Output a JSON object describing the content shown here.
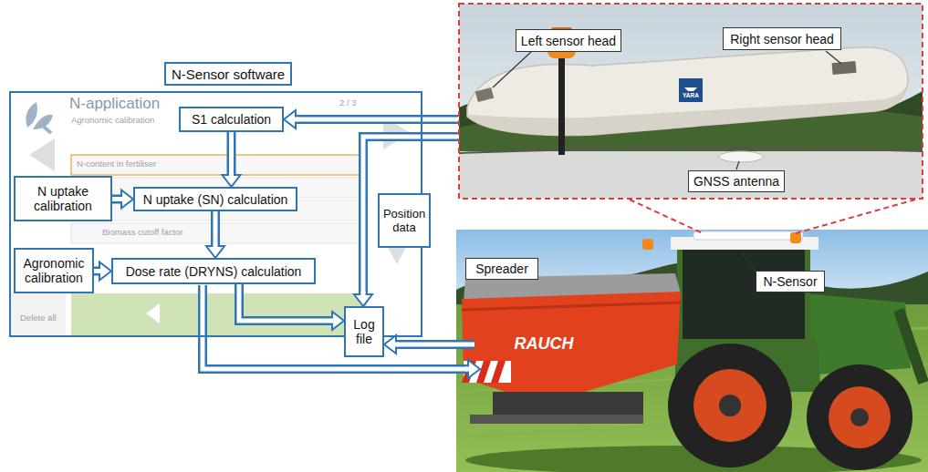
{
  "diagram": {
    "nodes": [
      {
        "text": [
          "N-Sensor software"
        ]
      },
      {
        "text": [
          "N-application",
          "Agronomic calibration",
          "2 / 3",
          "N-content in fertiliser",
          "Biomass cutoff factor",
          "Delete all"
        ]
      },
      {
        "text": [
          "S1 calculation"
        ],
        "in": 1
      },
      {
        "text": [
          "N uptake calibration"
        ],
        "in": 1
      },
      {
        "text": [
          "N uptake (SN) calculation"
        ],
        "in": 1
      },
      {
        "text": [
          "Agronomic calibration"
        ],
        "in": 1
      },
      {
        "text": [
          "Dose rate (DRYNS) calculation"
        ],
        "in": 1
      },
      {
        "text": [
          "Position data"
        ]
      },
      {
        "text": [
          "Log file"
        ]
      },
      {
        "text": [
          "Left sensor head"
        ]
      },
      {
        "text": [
          "Right sensor head"
        ]
      },
      {
        "text": [
          "GNSS antenna"
        ]
      },
      {
        "text": [
          "Spreader"
        ]
      },
      {
        "text": [
          "N-Sensor"
        ]
      }
    ],
    "edges": [
      {
        "from": 2,
        "to": 4,
        "arrow": "to"
      },
      {
        "from": 3,
        "to": 4,
        "arrow": "to"
      },
      {
        "from": 4,
        "to": 6,
        "arrow": "to"
      },
      {
        "from": 5,
        "to": 6,
        "arrow": "to"
      },
      {
        "from": 6,
        "to": 8,
        "arrow": "to"
      }
    ],
    "labels": [
      "YARA",
      "RAUCH"
    ]
  }
}
